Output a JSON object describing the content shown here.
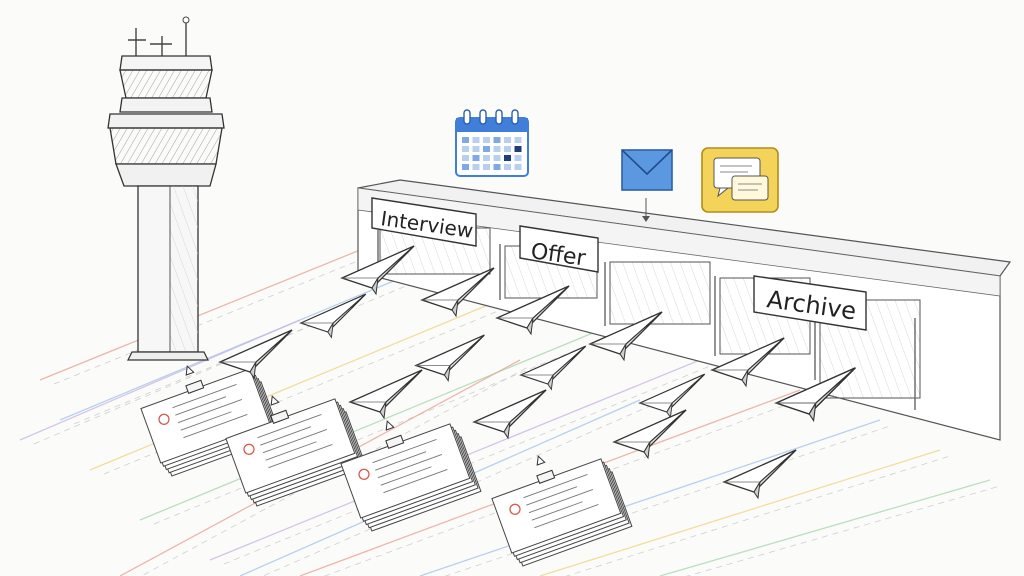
{
  "gate_signs": {
    "interview": "Interview",
    "offer": "Offer",
    "archive": "Archive"
  },
  "colors": {
    "paper": "#fbfbfa",
    "ink": "#3a3a3a",
    "calendar_blue": "#3f7fd9",
    "envelope_blue": "#4f8fdc",
    "chat_yellow": "#f3d35a",
    "accent_red": "#d65a4a",
    "lane_colors": [
      "#e9a08f",
      "#9fc3ea",
      "#f2d37a",
      "#a6d6a8",
      "#c9b3e2"
    ]
  },
  "icons": [
    "control-tower",
    "calendar-icon",
    "envelope-icon",
    "chat-bubbles-icon",
    "paper-airplane",
    "resume-stack"
  ]
}
